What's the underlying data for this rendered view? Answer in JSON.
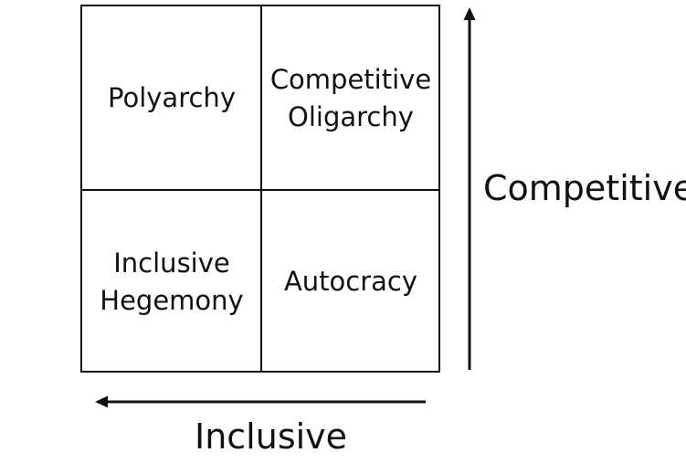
{
  "quadrants": {
    "top_left": "Polyarchy",
    "top_right": [
      "Competitive",
      "Oligarchy"
    ],
    "bottom_left": [
      "Inclusive",
      "Hegemony"
    ],
    "bottom_right": "Autocracy"
  },
  "axes": {
    "vertical_label": "Competitive",
    "horizontal_label": "Inclusive",
    "vertical_direction": "up",
    "horizontal_direction": "left"
  },
  "colors": {
    "line": "#111111",
    "background": "#ffffff"
  }
}
